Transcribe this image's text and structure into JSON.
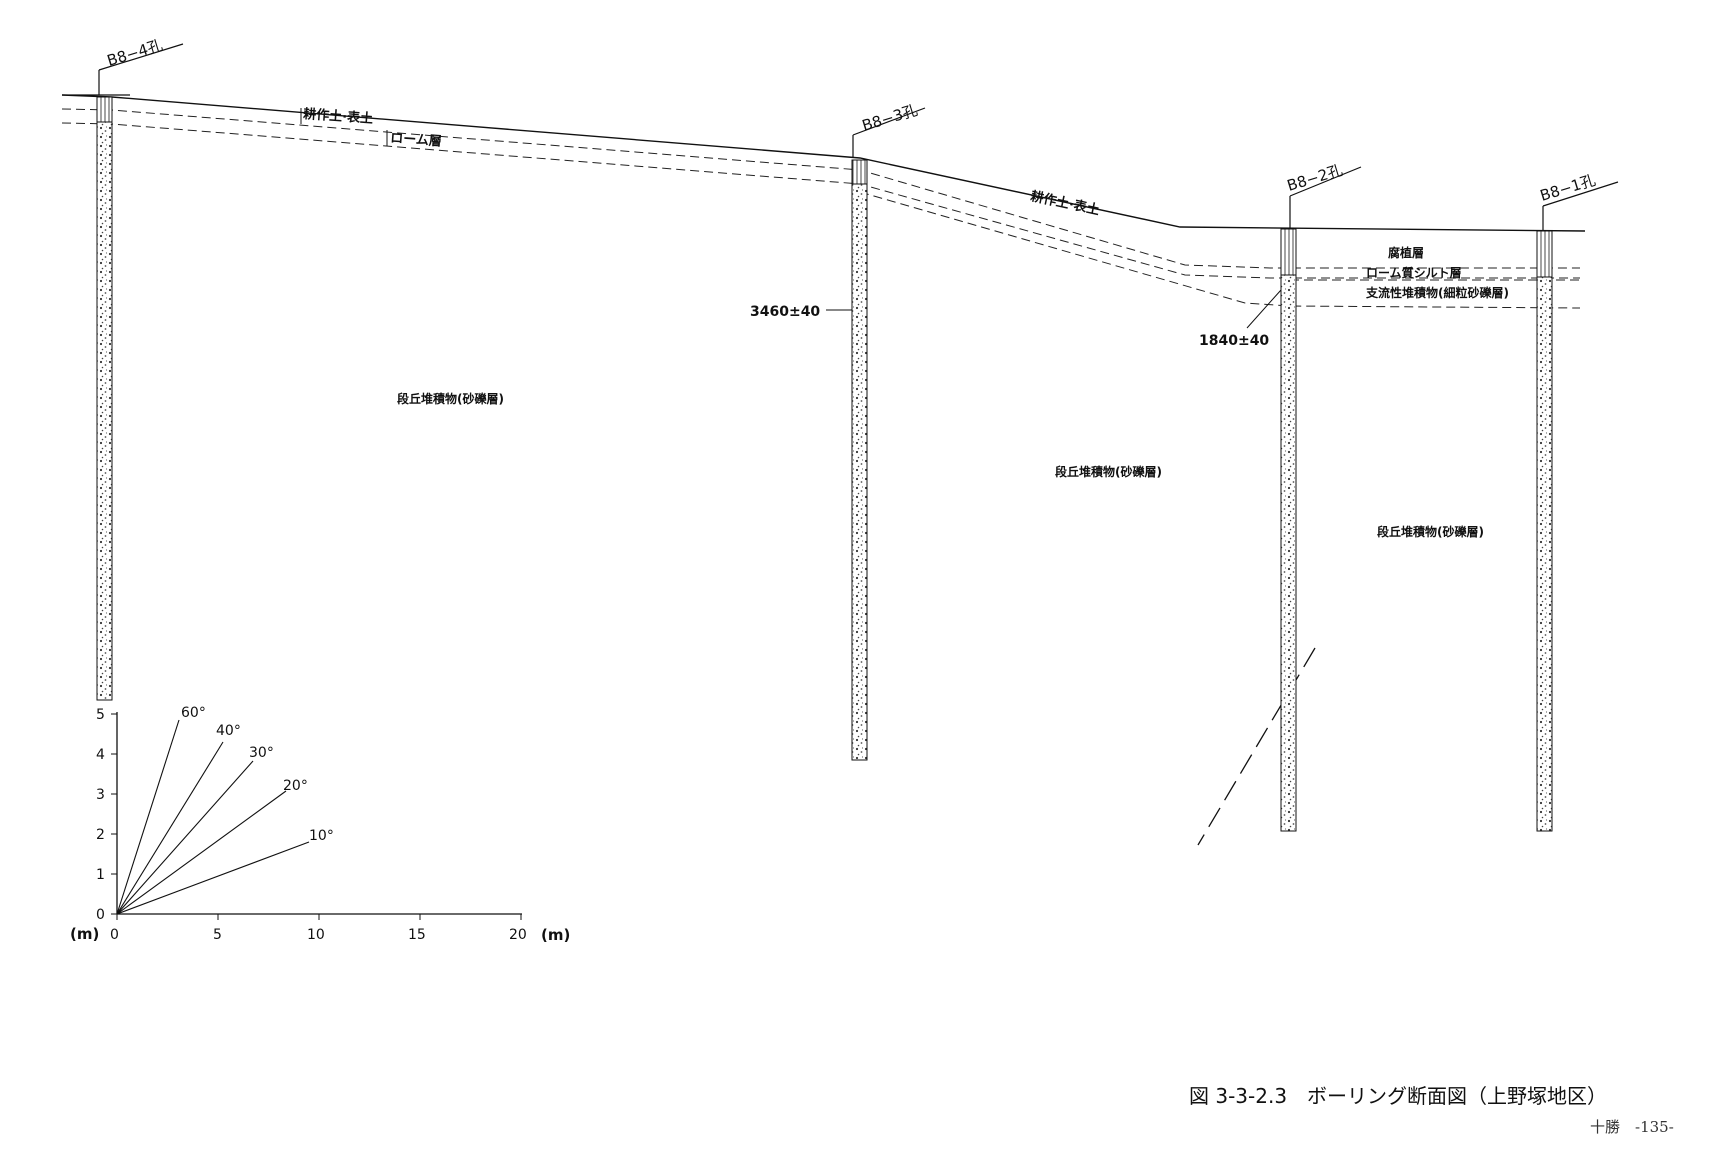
{
  "boreholes": {
    "b4": "B8−4孔",
    "b3": "B8−3孔",
    "b2": "B8−2孔",
    "b1": "B8−1孔"
  },
  "layers": {
    "topsoil_1": "耕作土·表土",
    "loam": "ローム層",
    "topsoil_2": "耕作土·表土",
    "humus": "腐植層",
    "loam_silt": "ローム質シルト層",
    "tributary": "支流性堆積物(細粒砂礫層)",
    "terrace_1": "段丘堆積物(砂礫層)",
    "terrace_2": "段丘堆積物(砂礫層)",
    "terrace_3": "段丘堆積物(砂礫層)"
  },
  "dates": {
    "d3460": "3460±40",
    "d1840": "1840±40"
  },
  "scale": {
    "y_unit": "(m)",
    "x_unit": "(m)",
    "y_ticks": [
      "0",
      "1",
      "2",
      "3",
      "4",
      "5"
    ],
    "x_ticks": [
      "0",
      "5",
      "10",
      "15",
      "20"
    ],
    "angles": [
      "60°",
      "40°",
      "30°",
      "20°",
      "10°"
    ]
  },
  "caption": "図 3-3-2.3　ボーリング断面図（上野塚地区）",
  "page_number": "十勝　-135-"
}
